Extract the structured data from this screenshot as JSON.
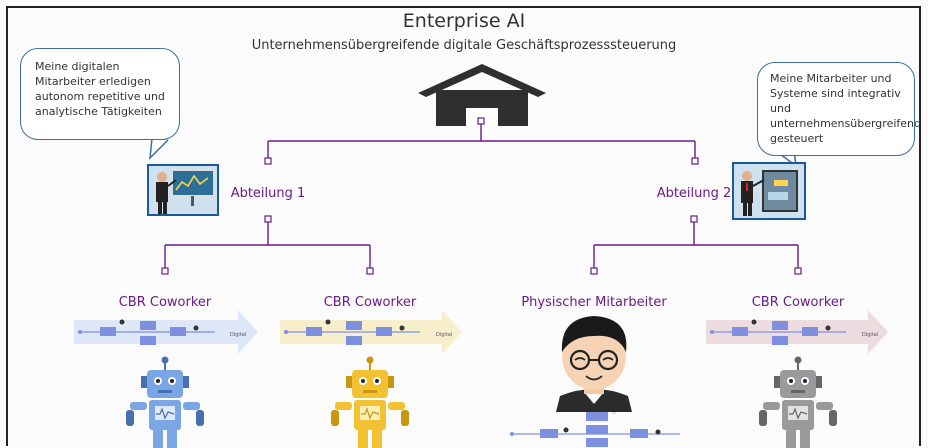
{
  "header": {
    "title": "Enterprise AI",
    "subtitle": "Unternehmensübergreifende digitale Geschäftsprozesssteuerung"
  },
  "bubbles": {
    "left": [
      "Meine digitalen",
      "Mitarbeiter erledigen",
      "autonom repetitive und",
      "analytische Tätigkeiten"
    ],
    "right": [
      "Meine Mitarbeiter und",
      "Systeme sind integrativ und",
      "unternehmensübergreifend",
      "gesteuert"
    ]
  },
  "departments": [
    {
      "label": "Abteilung 1"
    },
    {
      "label": "Abteilung 2"
    }
  ],
  "workers": [
    {
      "label": "CBR Coworker",
      "robot_color": "#7aa6e6"
    },
    {
      "label": "CBR Coworker",
      "robot_color": "#f2c233"
    },
    {
      "label": "Physischer Mitarbeiter"
    },
    {
      "label": "CBR Coworker",
      "robot_color": "#9a9a9a"
    }
  ],
  "colors": {
    "connector": "#6a1b8a",
    "bubble_border": "#3a6f9e",
    "house": "#2f2f2f",
    "process_box": "#7f8fe0",
    "arrow_blue": "#dde7f7",
    "arrow_yellow": "#f7efcc",
    "arrow_pink": "#ecdcdf"
  }
}
